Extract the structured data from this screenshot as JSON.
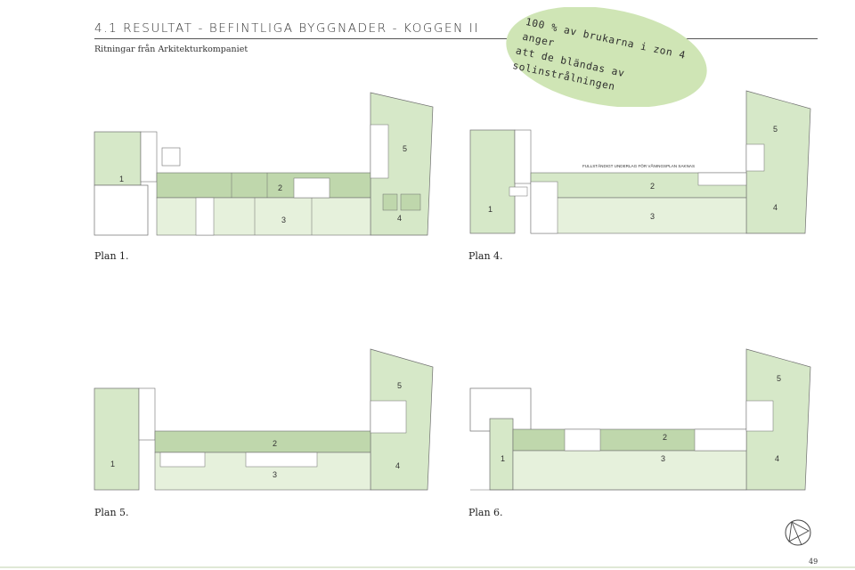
{
  "header": {
    "title": "4.1 RESULTAT - BEFINTLIGA BYGGNADER - KOGGEN II",
    "subtitle": "Ritningar från Arkitekturkompaniet"
  },
  "callout": {
    "line1": "100 % av brukarna i zon 4 anger",
    "line2": "att de bländas av solinstrålningen",
    "color": "#cfe5b5"
  },
  "plans": [
    {
      "label": "Plan 1.",
      "zones": [
        "1",
        "2",
        "3",
        "4",
        "5"
      ]
    },
    {
      "label": "Plan 4.",
      "zones": [
        "1",
        "2",
        "3",
        "4",
        "5"
      ],
      "note": "FULLSTÄNDIGT UNDERLAG FÖR VÅNINGSPLAN SAKNAS"
    },
    {
      "label": "Plan 5.",
      "zones": [
        "1",
        "2",
        "3",
        "4",
        "5"
      ]
    },
    {
      "label": "Plan 6.",
      "zones": [
        "1",
        "2",
        "3",
        "4",
        "5"
      ]
    }
  ],
  "colors": {
    "zone_light": "#e6f1dc",
    "zone_mid": "#d6e8c8",
    "zone_dark": "#bfd7ac",
    "wall": "#6f6f6f"
  },
  "icons": {
    "north_arrow": "compass-north-arrow-icon"
  },
  "footer": {
    "page_number": "49"
  }
}
